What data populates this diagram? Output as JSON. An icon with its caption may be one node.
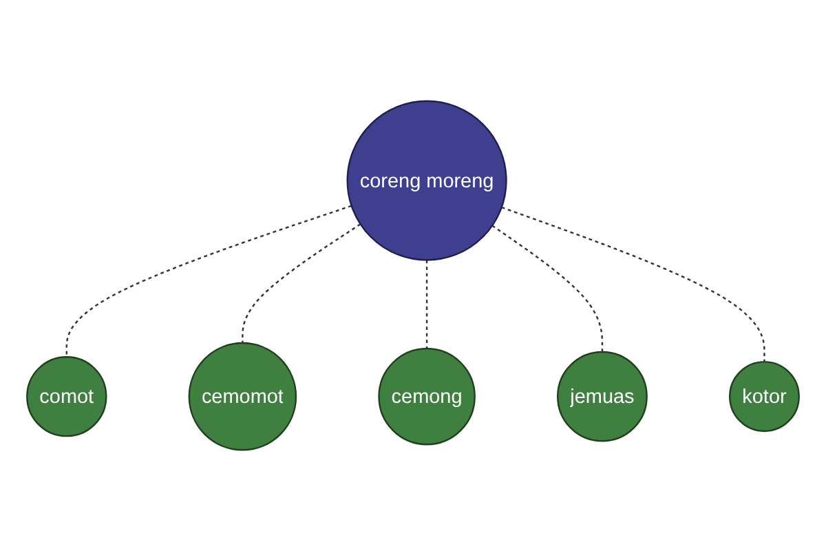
{
  "diagram": {
    "nodes": [
      {
        "text": [
          "comot"
        ]
      },
      {
        "text": [
          "cemomot"
        ]
      },
      {
        "text": [
          "coreng moreng"
        ]
      },
      {
        "text": [
          "cemong"
        ]
      },
      {
        "text": [
          "jemuas"
        ]
      },
      {
        "text": [
          "kotor"
        ]
      }
    ],
    "edges": [
      {
        "from": 2,
        "to": 0,
        "arrow": "none",
        "style": "dashed"
      },
      {
        "from": 2,
        "to": 1,
        "arrow": "none",
        "style": "dashed"
      },
      {
        "from": 2,
        "to": 3,
        "arrow": "none",
        "style": "dashed"
      },
      {
        "from": 2,
        "to": 4,
        "arrow": "none",
        "style": "dashed"
      },
      {
        "from": 2,
        "to": 5,
        "arrow": "none",
        "style": "dashed"
      }
    ]
  }
}
